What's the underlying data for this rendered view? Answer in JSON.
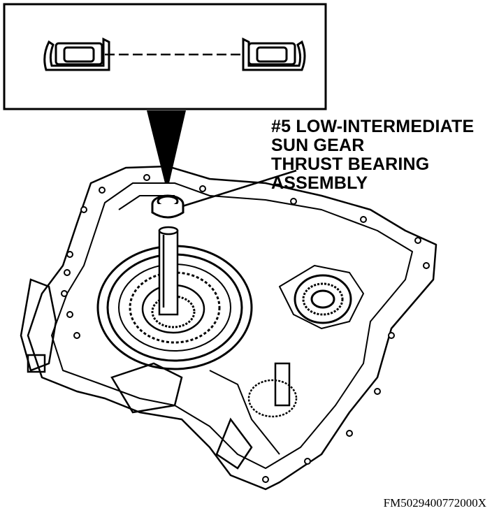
{
  "callout": {
    "lines": [
      "#5 LOW-INTERMEDIATE",
      "SUN GEAR",
      "THRUST BEARING",
      "ASSEMBLY"
    ]
  },
  "figure_id": "FM5029400772000X",
  "colors": {
    "ink": "#000000",
    "paper": "#ffffff"
  }
}
